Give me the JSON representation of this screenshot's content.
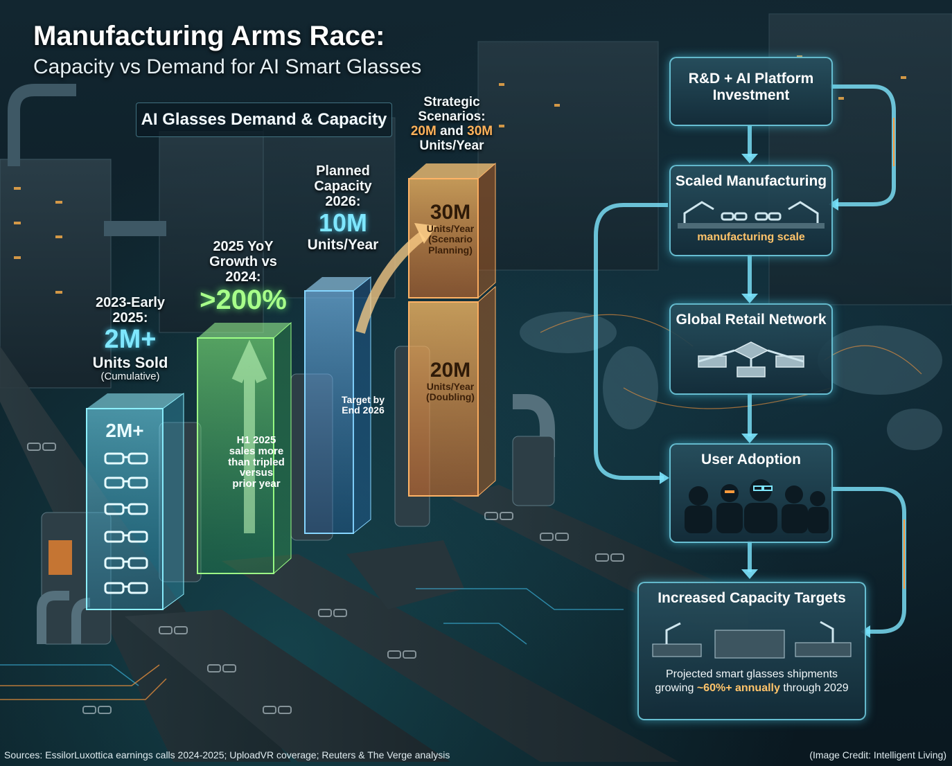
{
  "title": "Manufacturing Arms Race:",
  "subtitle": "Capacity vs Demand for AI Smart Glasses",
  "chart_heading": "AI Glasses Demand & Capacity",
  "columns": {
    "sold": {
      "head1": "2023-Early",
      "head2": "2025:",
      "big": "2M+",
      "units": "Units Sold",
      "note": "(Cumulative)",
      "bar_label": "2M+"
    },
    "growth": {
      "head1": "2025 YoY",
      "head2": "Growth vs",
      "head3": "2024:",
      "big": ">200%",
      "bar_note_1": "H1 2025",
      "bar_note_2": "sales more",
      "bar_note_3": "than tripled",
      "bar_note_4": "versus",
      "bar_note_5": "prior year"
    },
    "planned": {
      "head1": "Planned",
      "head2": "Capacity",
      "head3": "2026:",
      "big": "10M",
      "units": "Units/Year",
      "bar_note_1": "Target by",
      "bar_note_2": "End 2026"
    },
    "scenario": {
      "head1": "Strategic",
      "head2": "Scenarios:",
      "head3_a": "20M",
      "head3_b": " and ",
      "head3_c": "30M",
      "head4": "Units/Year",
      "top_big": "30M",
      "top_1": "Units/Year",
      "top_2": "(Scenario",
      "top_3": "Planning)",
      "bottom_big": "20M",
      "bottom_1": "Units/Year",
      "bottom_2": "(Doubling)"
    }
  },
  "flow": {
    "rd": {
      "line1": "R&D + AI Platform",
      "line2": "Investment"
    },
    "mfg": {
      "title": "Scaled Manufacturing",
      "caption": "manufacturing scale"
    },
    "retail": {
      "title": "Global Retail Network"
    },
    "adoption": {
      "title": "User Adoption"
    },
    "capacity": {
      "title": "Increased Capacity Targets",
      "note_1": "Projected smart glasses shipments",
      "note_2a": "growing ",
      "note_2b": "~60%+ annually",
      "note_2c": " through 2029"
    }
  },
  "sources": "Sources: EssilorLuxottica earnings calls 2024-2025; UploadVR coverage; Reuters & The Verge analysis",
  "credit": "(Image Credit: Intelligent Living)",
  "colors": {
    "cyan": "#7fe7ff",
    "green": "#8dff7a",
    "blue": "#6fc8ff",
    "orange": "#ff9a3c",
    "flow_border": "#78dcf0"
  }
}
